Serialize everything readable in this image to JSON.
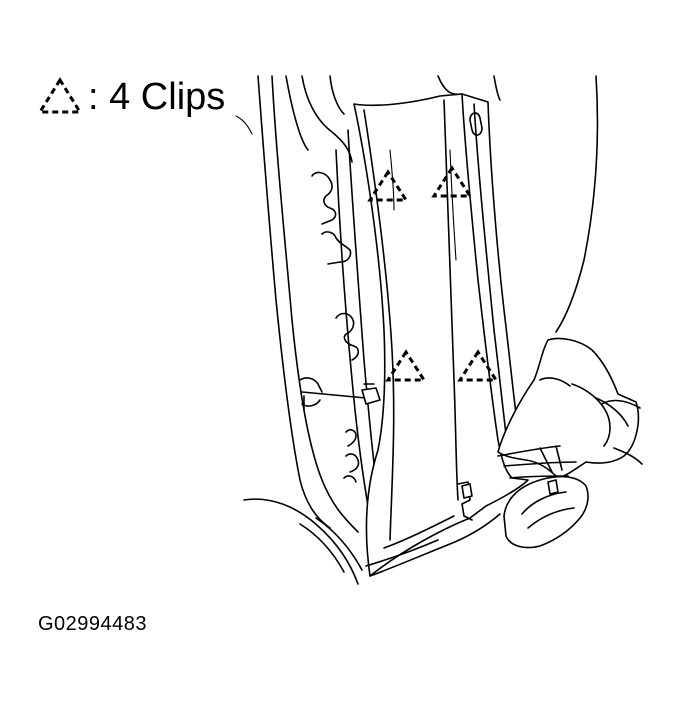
{
  "legend": {
    "symbol": "dashed-triangle",
    "text": ": 4 Clips"
  },
  "figure_code": "G02994483",
  "clips": {
    "count": 4
  }
}
